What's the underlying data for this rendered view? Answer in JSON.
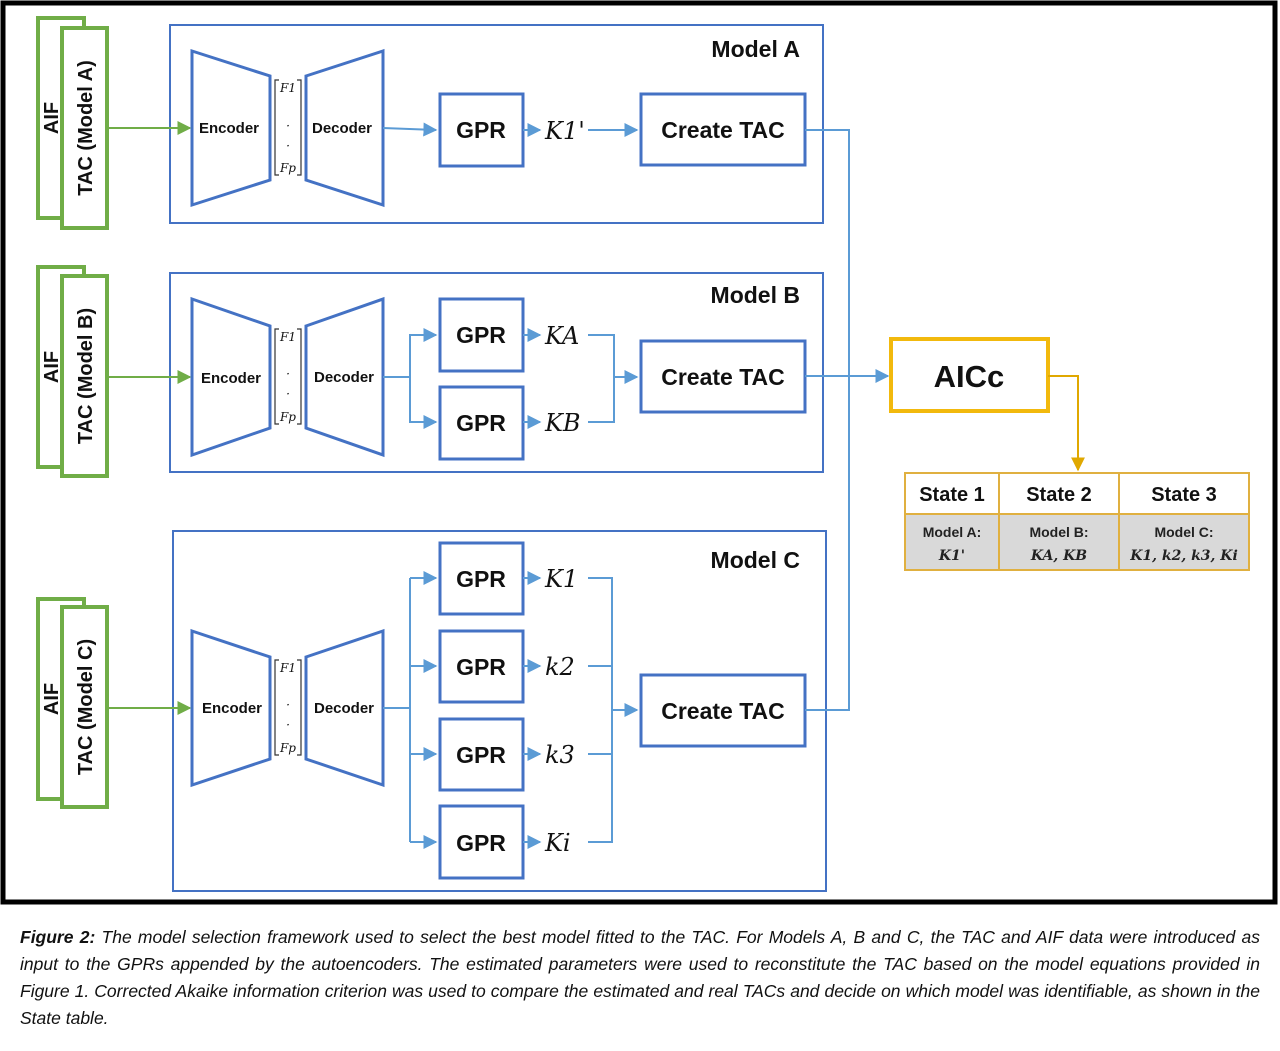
{
  "models": [
    {
      "title": "Model A",
      "input_labels": [
        "AIF",
        "TAC (Model A)"
      ],
      "encoder": "Encoder",
      "decoder": "Decoder",
      "latent_top": "F1",
      "latent_bottom": "Fp",
      "gpr_label": "GPR",
      "params": [
        "K1'"
      ],
      "create_tac": "Create TAC"
    },
    {
      "title": "Model B",
      "input_labels": [
        "AIF",
        "TAC (Model B)"
      ],
      "encoder": "Encoder",
      "decoder": "Decoder",
      "latent_top": "F1",
      "latent_bottom": "Fp",
      "gpr_label": "GPR",
      "params": [
        "KA",
        "KB"
      ],
      "create_tac": "Create TAC"
    },
    {
      "title": "Model C",
      "input_labels": [
        "AIF",
        "TAC (Model C)"
      ],
      "encoder": "Encoder",
      "decoder": "Decoder",
      "latent_top": "F1",
      "latent_bottom": "Fp",
      "gpr_label": "GPR",
      "params": [
        "K1",
        "k2",
        "k3",
        "Ki"
      ],
      "create_tac": "Create TAC"
    }
  ],
  "aicc": "AICc",
  "state_table": {
    "headers": [
      "State 1",
      "State 2",
      "State 3"
    ],
    "models": [
      "Model A:",
      "Model B:",
      "Model C:"
    ],
    "params": [
      "K1'",
      "KA, KB",
      "K1, k2, k3, Ki"
    ]
  },
  "caption": {
    "label": "Figure 2:",
    "text": " The model selection framework used to select the best model fitted to the TAC. For Models A, B and C, the TAC and AIF data were introduced as input to the GPRs appended by the autoencoders. The estimated parameters were used to reconstitute the TAC based on the model equations provided in Figure 1. Corrected Akaike information criterion was used to compare the estimated and real TACs and decide on which model was identifiable, as shown in the State table."
  },
  "colors": {
    "frame": "#000000",
    "model_blue": "#4472C4",
    "arrow_blue": "#5B9BD5",
    "input_green": "#70AD47",
    "aicc_gold": "#F2B90D",
    "table_border": "#E0B040",
    "table_cell_fill": "#D9D9D9"
  }
}
